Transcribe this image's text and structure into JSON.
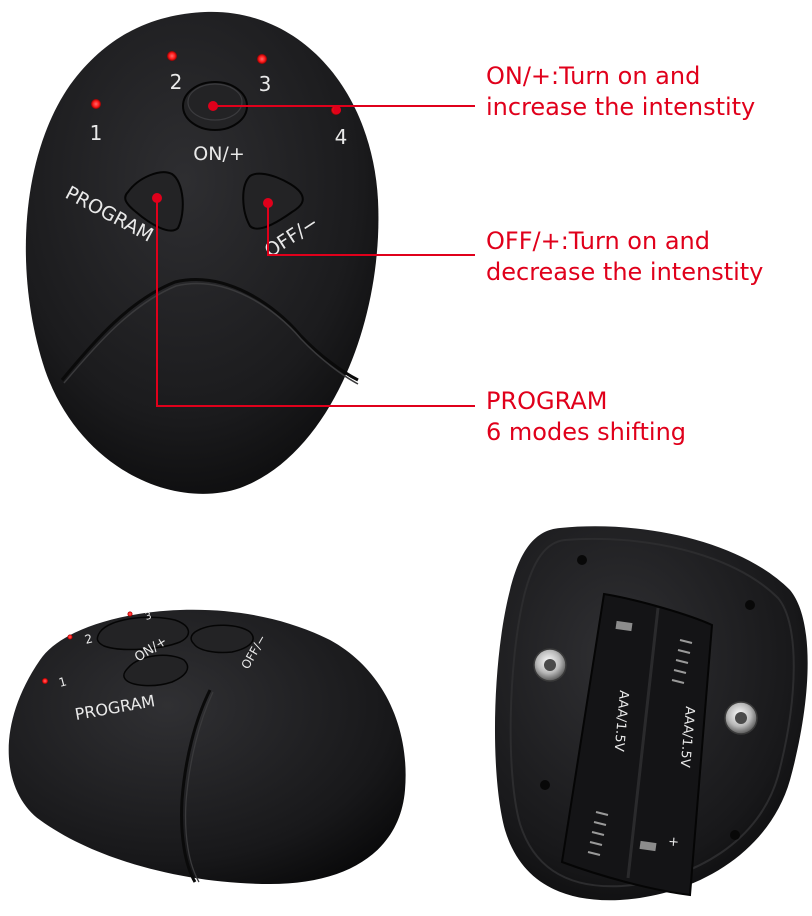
{
  "colors": {
    "annotation_red": "#e0001b",
    "device_body": "#1c1c1e",
    "device_label": "#e9e9e9",
    "led_red": "#ff1a1a"
  },
  "front_device": {
    "led_numbers": [
      "1",
      "2",
      "3",
      "4"
    ],
    "on_label": "ON/+",
    "off_label": "OFF/−",
    "program_label": "PROGRAM"
  },
  "annotations": {
    "on": {
      "line1": "ON/+:Turn on and",
      "line2": "increase the intenstity"
    },
    "off": {
      "line1": "OFF/+:Turn on and",
      "line2": "decrease the intenstity"
    },
    "program": {
      "line1": "PROGRAM",
      "line2": "6 modes shifting"
    }
  },
  "side_device": {
    "led_numbers": [
      "1",
      "2",
      "3"
    ],
    "on_label": "ON/+",
    "off_label": "OFF/−",
    "program_label": "PROGRAM"
  },
  "back_device": {
    "battery_marking": "AAA/1.5V",
    "polarity": "+"
  }
}
